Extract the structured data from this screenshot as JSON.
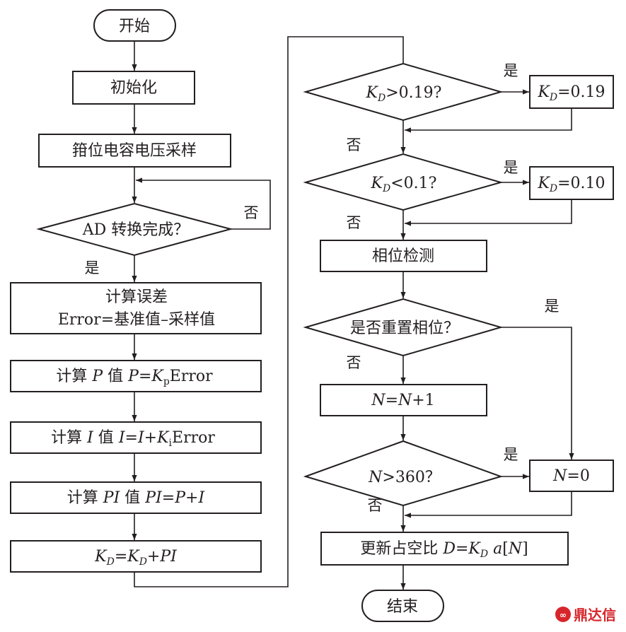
{
  "nodes": {
    "start": "开始",
    "init": "初始化",
    "sample": "箝位电容电压采样",
    "ad_check": "AD 转换完成？",
    "calc_err_1": "计算误差",
    "calc_err_2": "Error=基准值–采样值",
    "calc_p_a": "计算 ",
    "calc_p_b": "P",
    "calc_p_c": " 值 ",
    "calc_p_d": "P",
    "calc_p_e": "=",
    "calc_p_f": "K",
    "calc_p_g": "p",
    "calc_p_h": "Error",
    "calc_i_a": "计算 ",
    "calc_i_b": "I",
    "calc_i_c": " 值 ",
    "calc_i_d": "I",
    "calc_i_e": "=",
    "calc_i_f": "I",
    "calc_i_g": "+",
    "calc_i_h": "K",
    "calc_i_j": "i",
    "calc_i_k": "Error",
    "calc_pi_a": "计算 ",
    "calc_pi_b": "PI",
    "calc_pi_c": " 值 ",
    "calc_pi_d": "PI",
    "calc_pi_e": "=",
    "calc_pi_f": "P",
    "calc_pi_g": "+",
    "calc_pi_h": "I",
    "kd_update_a": "K",
    "kd_update_b": "D",
    "kd_update_c": "=",
    "kd_update_d": "K",
    "kd_update_e": "D",
    "kd_update_f": "+",
    "kd_update_g": "PI",
    "kd_gt_a": "K",
    "kd_gt_b": "D",
    "kd_gt_c": ">0.19?",
    "kd_set019_a": "K",
    "kd_set019_b": "D",
    "kd_set019_c": "=0.19",
    "kd_lt_a": "K",
    "kd_lt_b": "D",
    "kd_lt_c": "<0.1?",
    "kd_set010_a": "K",
    "kd_set010_b": "D",
    "kd_set010_c": "=0.10",
    "phase_detect": "相位检测",
    "reset_phase": "是否重置相位？",
    "n_inc_a": "N",
    "n_inc_b": "=",
    "n_inc_c": "N",
    "n_inc_d": "+1",
    "n_gt_a": "N",
    "n_gt_b": ">360？",
    "n_zero_a": "N",
    "n_zero_b": "=0",
    "duty_a": "更新占空比 ",
    "duty_b": "D",
    "duty_c": "=",
    "duty_d": "K",
    "duty_e": "D",
    "duty_f": " ",
    "duty_g": "a",
    "duty_h": "[",
    "duty_i": "N",
    "duty_j": "]",
    "end": "结束"
  },
  "labels": {
    "yes": "是",
    "no": "否"
  },
  "watermark": "鼎达信",
  "colors": {
    "line": "#231f20",
    "background": "#ffffff",
    "watermark": "#d7262b"
  }
}
